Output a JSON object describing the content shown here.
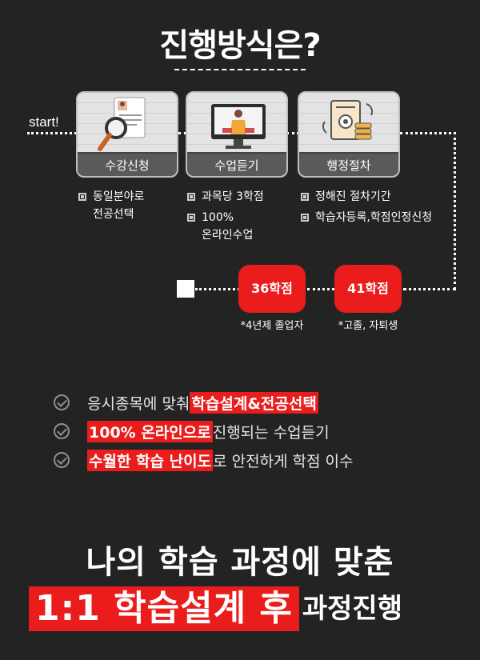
{
  "title": "진행방식은?",
  "flow": {
    "start_label": "start!",
    "steps": [
      {
        "label": "수강신청",
        "icon": "search-document-icon"
      },
      {
        "label": "수업듣기",
        "icon": "online-lecture-monitor-icon"
      },
      {
        "label": "행정절차",
        "icon": "certificate-coins-icon"
      }
    ],
    "step_bullets": [
      [
        "동일분야로\n전공선택"
      ],
      [
        "과목당 3학점",
        "100%\n온라인수업"
      ],
      [
        "정해진 절차기간",
        "학습자등록,학점인정신청"
      ]
    ],
    "goals": [
      {
        "label": "36학점",
        "note": "*4년제 졸업자"
      },
      {
        "label": "41학점",
        "note": "*고졸, 자퇴생"
      }
    ]
  },
  "checklist": [
    {
      "before": "응시종목에 맞춰 ",
      "highlight": "학습설계&전공선택",
      "after": ""
    },
    {
      "before": "",
      "highlight": "100% 온라인으로",
      "after": " 진행되는 수업듣기"
    },
    {
      "before": "",
      "highlight": "수월한 학습 난이도",
      "after": "로 안전하게 학점 이수"
    }
  ],
  "headline": {
    "line1": "나의 학습 과정에 맞춘",
    "line2_highlight": "1:1 학습설계 후",
    "line2_after": "과정진행"
  },
  "colors": {
    "background": "#232323",
    "accent": "#ea1c1c",
    "card": "#d9d9d9",
    "card_label": "#5a5a5a"
  }
}
